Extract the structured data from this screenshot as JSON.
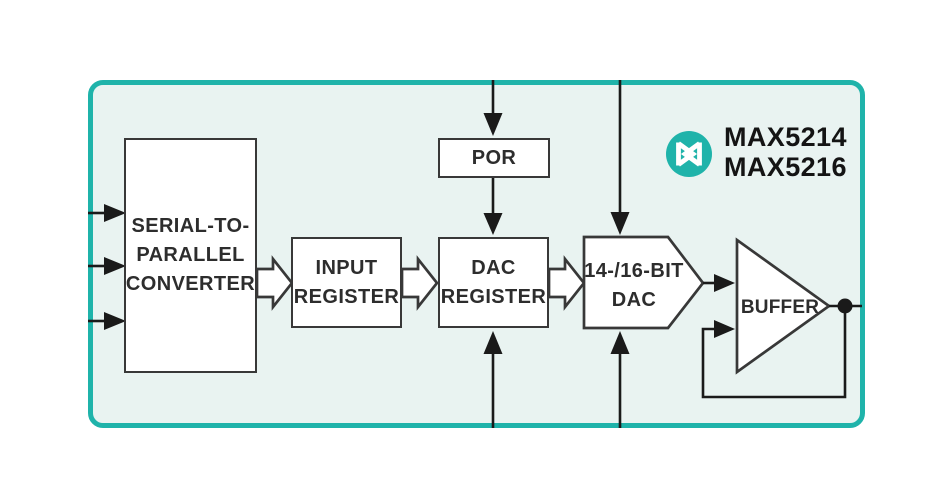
{
  "colors": {
    "accent": "#1fb3aa",
    "board_fill": "#e9f3f1",
    "line": "#1a1a1a",
    "box_border": "#383838",
    "box_fill": "#ffffff",
    "ink": "#2d2d2d"
  },
  "device": {
    "brand_logo": "maxim-logo",
    "models": [
      "MAX5214",
      "MAX5216"
    ]
  },
  "blocks": {
    "serial_converter": {
      "label": "SERIAL-TO-\nPARALLEL\nCONVERTER"
    },
    "input_register": {
      "label": "INPUT\nREGISTER"
    },
    "dac_register": {
      "label": "DAC\nREGISTER"
    },
    "por": {
      "label": "POR"
    },
    "dac": {
      "label": "14-/16-BIT\nDAC"
    },
    "buffer": {
      "label": "BUFFER"
    }
  }
}
